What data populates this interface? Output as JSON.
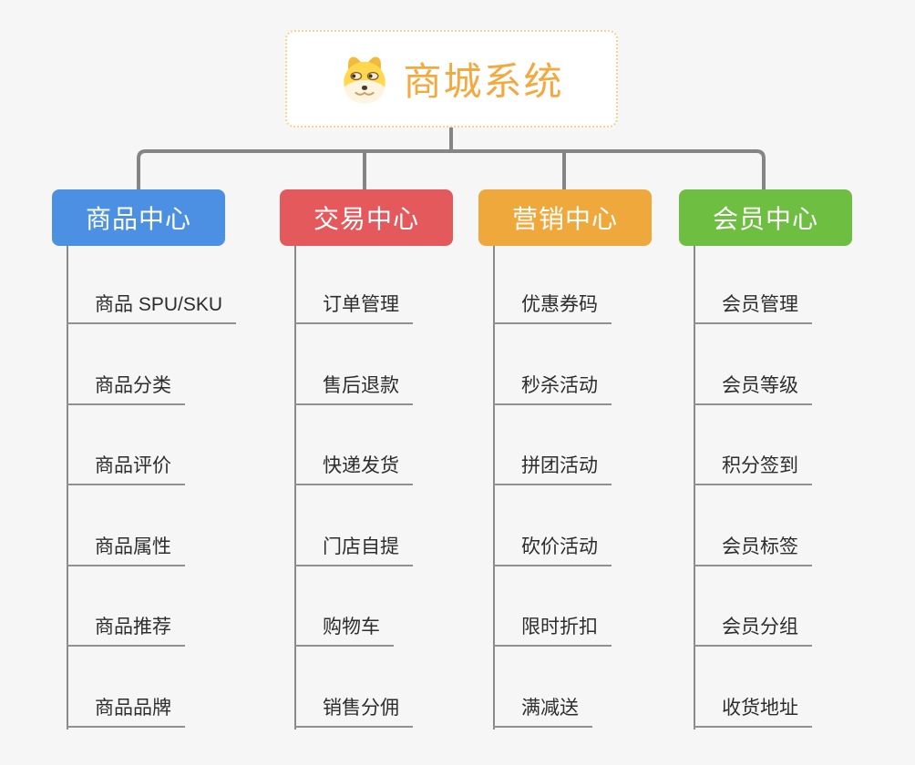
{
  "root": {
    "title": "商城系统",
    "icon": "shiba-dog-face-icon",
    "accent_color": "#F2A93F",
    "border_color": "#F3D293"
  },
  "connector_color": "#858585",
  "leaf_line_color": "#909090",
  "background_color": "#F6F6F6",
  "branches": [
    {
      "label": "商品中心",
      "color": "#4B90E2",
      "children": [
        "商品 SPU/SKU",
        "商品分类",
        "商品评价",
        "商品属性",
        "商品推荐",
        "商品品牌"
      ]
    },
    {
      "label": "交易中心",
      "color": "#E4595B",
      "children": [
        "订单管理",
        "售后退款",
        "快递发货",
        "门店自提",
        "购物车",
        "销售分佣"
      ]
    },
    {
      "label": "营销中心",
      "color": "#EFA83C",
      "children": [
        "优惠券码",
        "秒杀活动",
        "拼团活动",
        "砍价活动",
        "限时折扣",
        "满减送"
      ]
    },
    {
      "label": "会员中心",
      "color": "#6DBE41",
      "children": [
        "会员管理",
        "会员等级",
        "积分签到",
        "会员标签",
        "会员分组",
        "收货地址"
      ]
    }
  ]
}
